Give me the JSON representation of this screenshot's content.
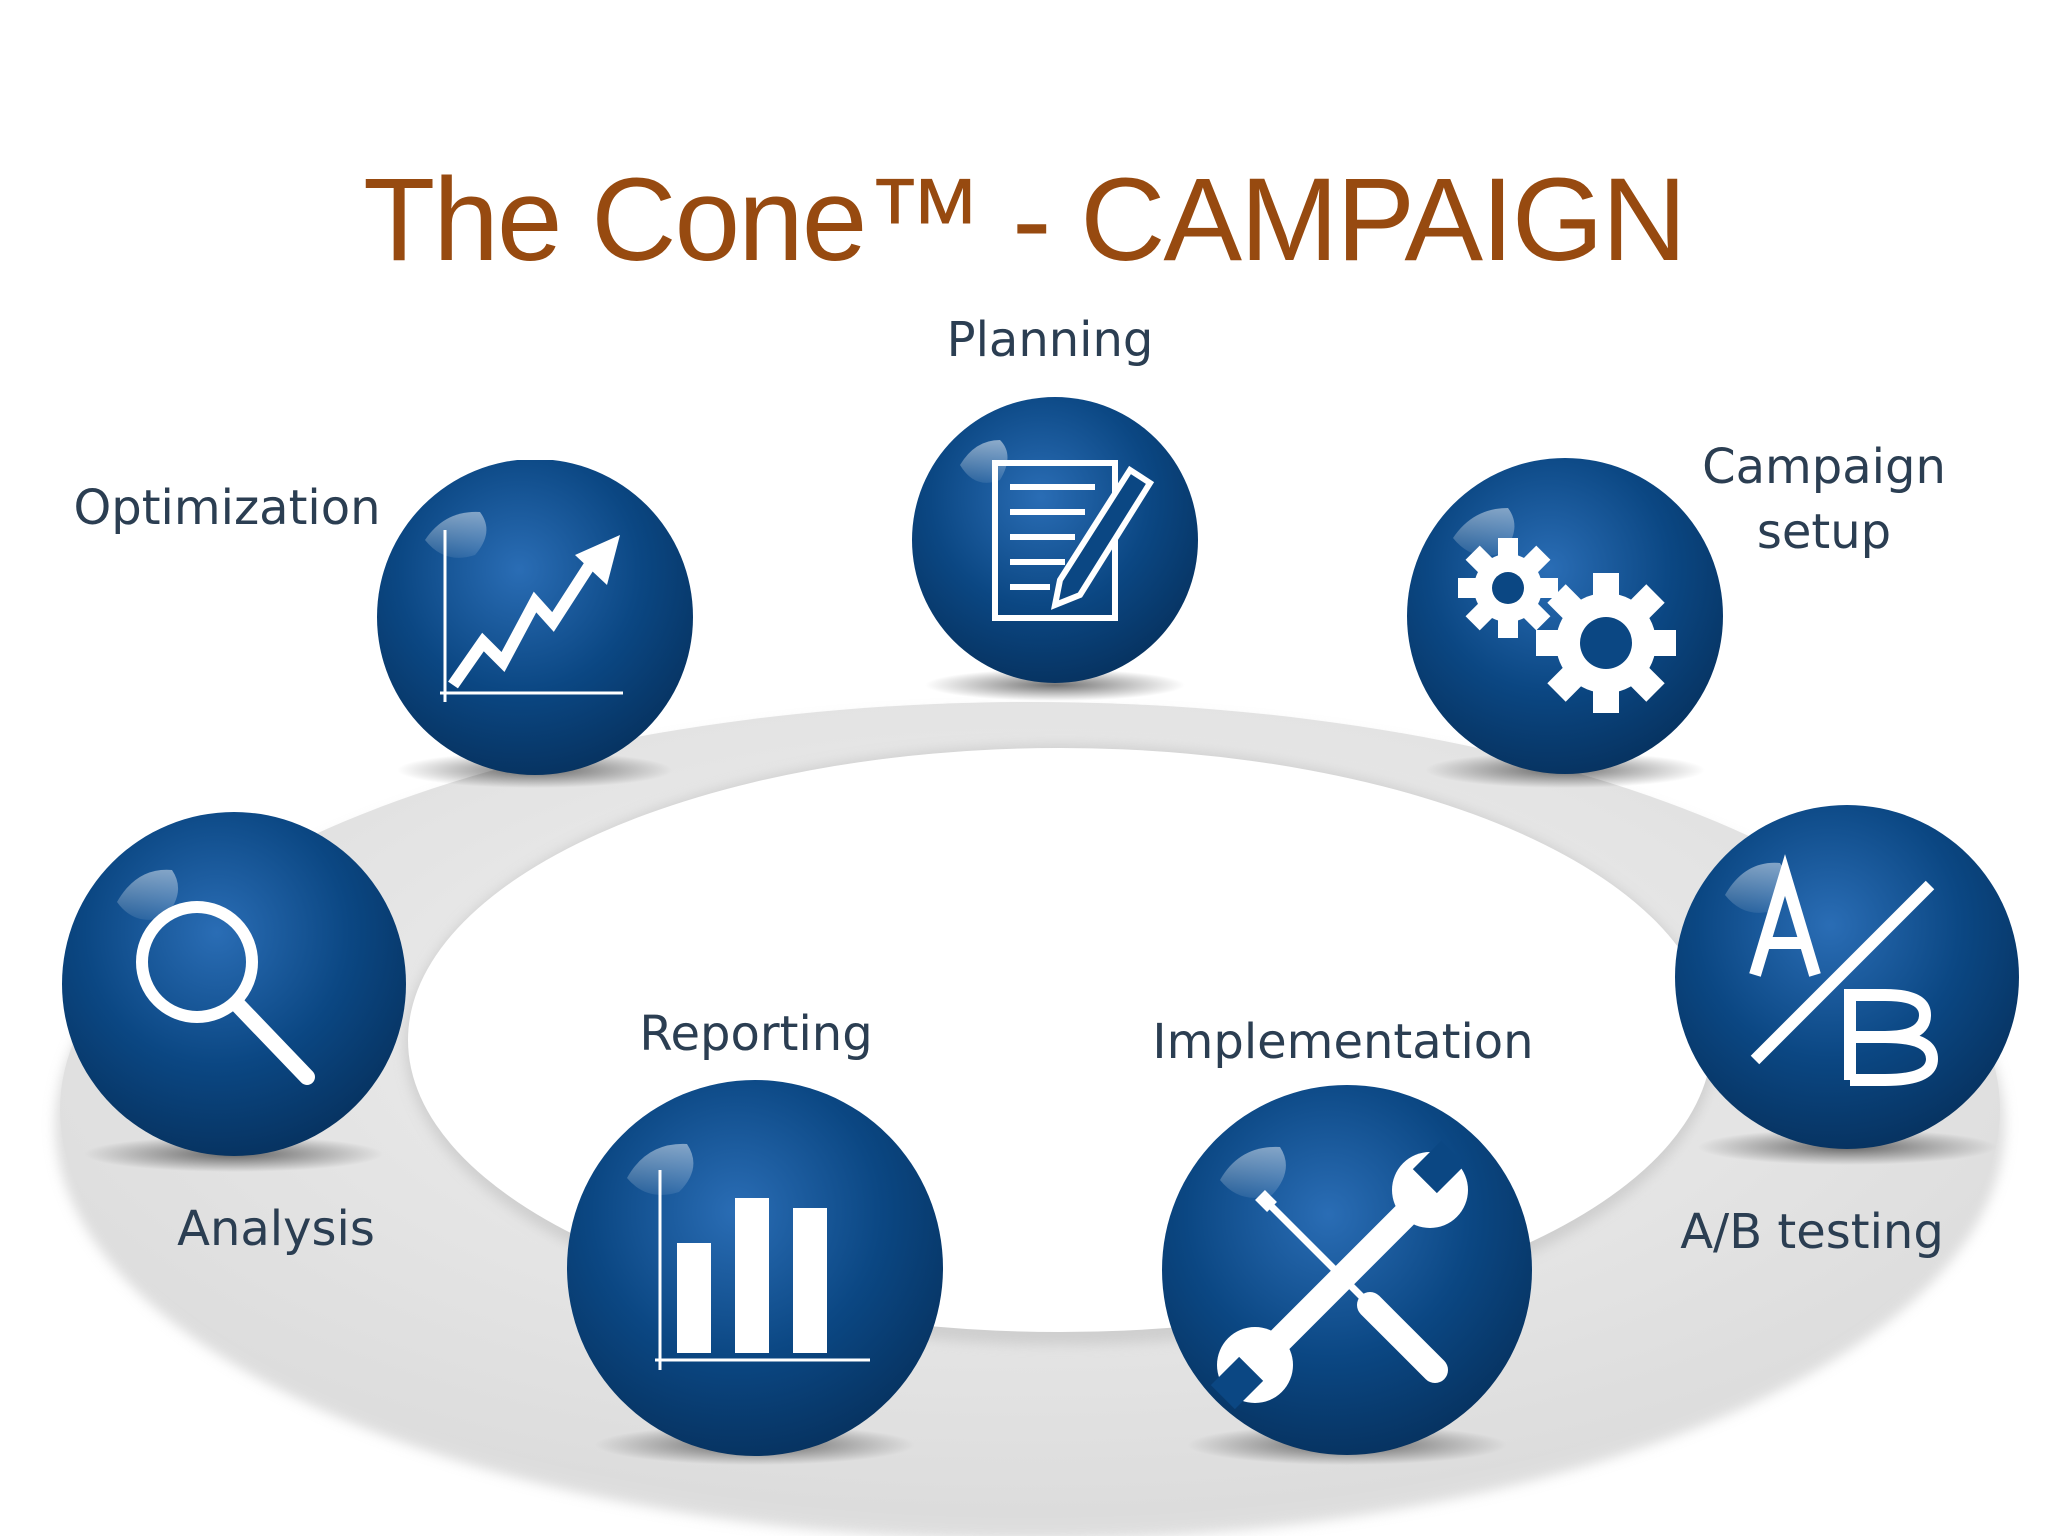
{
  "slide": {
    "title": "The Cone™ - CAMPAIGN"
  },
  "cycle": {
    "steps": [
      {
        "label": "Planning",
        "icon": "document-pencil-icon"
      },
      {
        "label_line1": "Campaign",
        "label_line2": "setup",
        "icon": "gears-icon"
      },
      {
        "label": "A/B testing",
        "icon": "a-slash-b-icon"
      },
      {
        "label": "Implementation",
        "icon": "wrench-screwdriver-icon"
      },
      {
        "label": "Reporting",
        "icon": "bar-chart-icon"
      },
      {
        "label": "Analysis",
        "icon": "magnifier-icon"
      },
      {
        "label": "Optimization",
        "icon": "trend-arrow-icon"
      }
    ]
  },
  "colors": {
    "title": "#974A10",
    "sphere": "#0B4783",
    "label": "#2B3E52",
    "ring": "#E4E4E4"
  }
}
